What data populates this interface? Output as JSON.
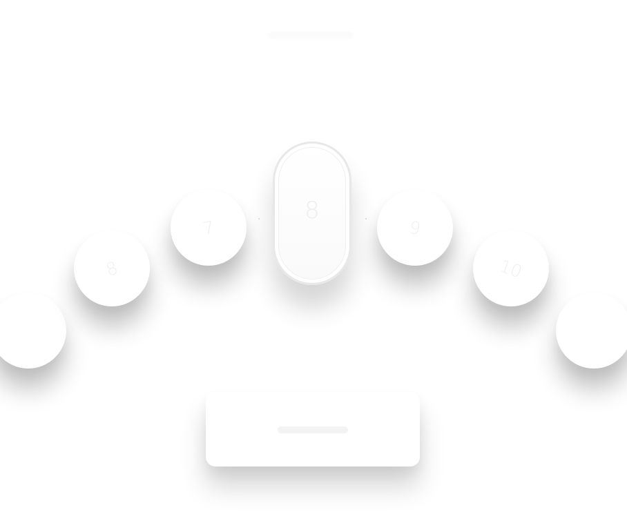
{
  "picker": {
    "selected": "8",
    "items": [
      "",
      "8",
      "7",
      "9",
      "10",
      ""
    ]
  }
}
